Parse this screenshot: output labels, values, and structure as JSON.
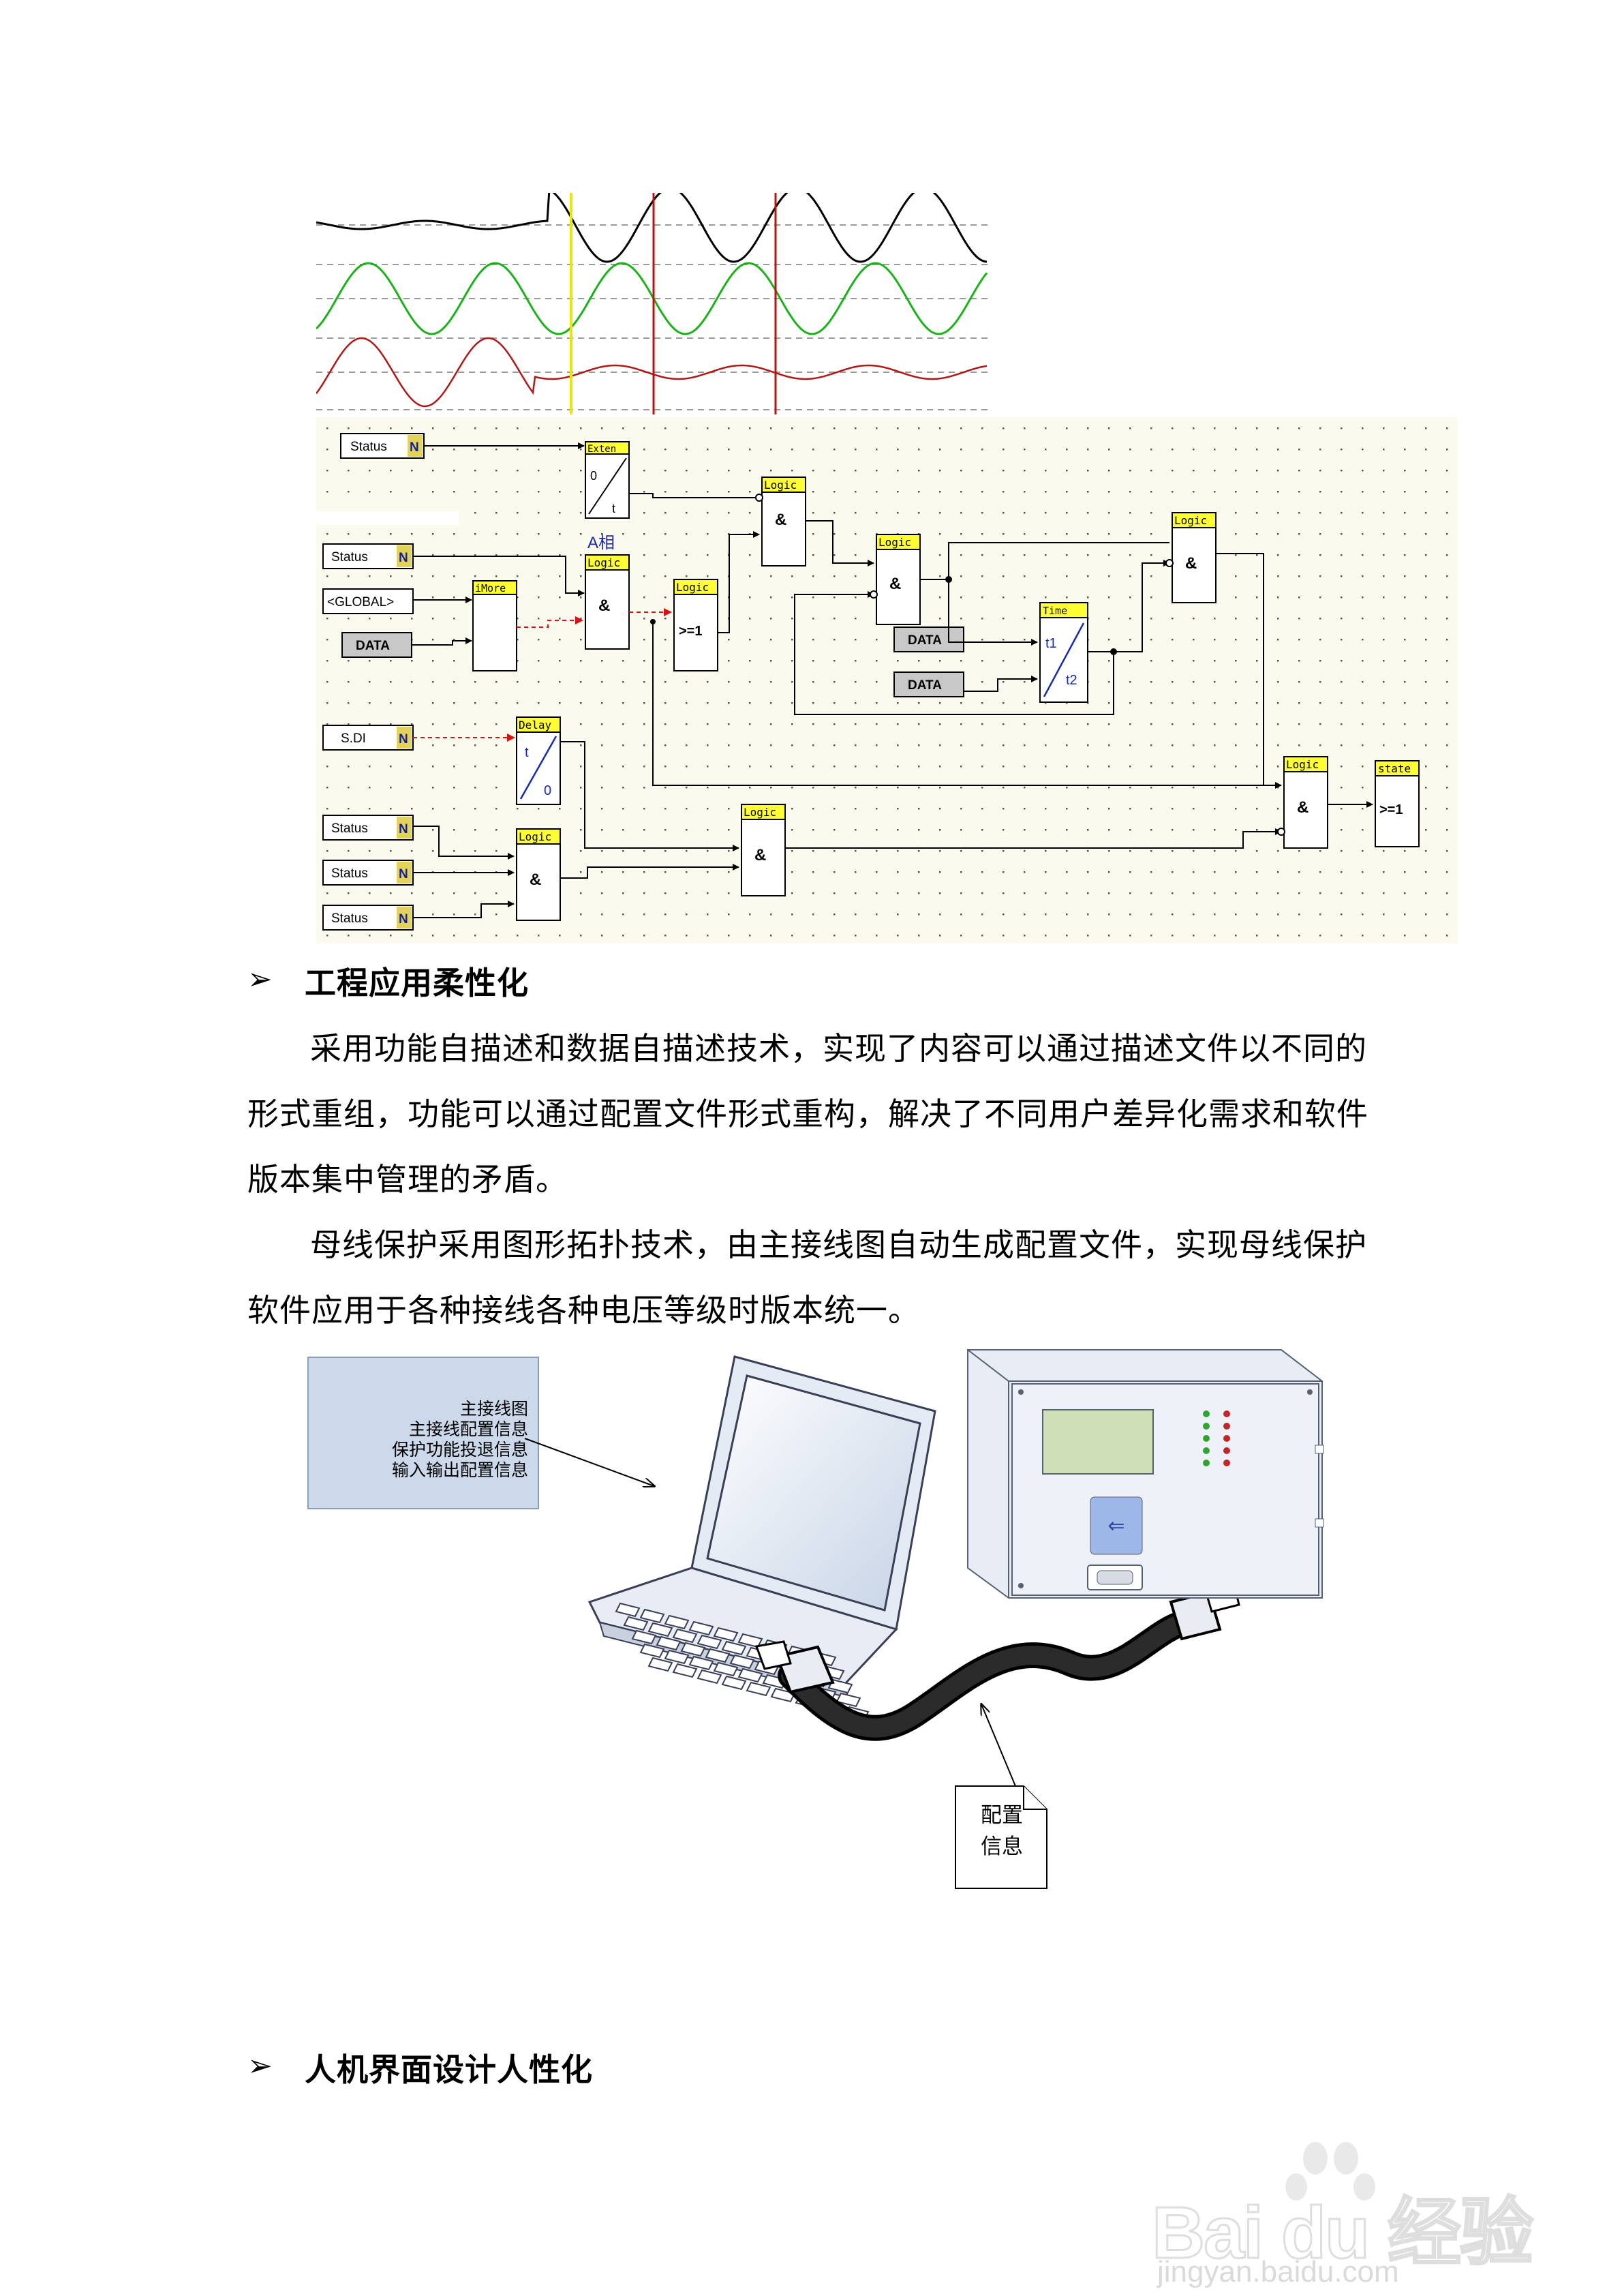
{
  "waveform": {
    "colors": {
      "trace1": "#000000",
      "trace2": "#19b319",
      "trace3": "#b01818",
      "cursor_yellow": "#e8e800",
      "cursor_red": "#c01010"
    }
  },
  "logic_diagram": {
    "background": "#fbfaee",
    "inputs": {
      "status_top": "Status",
      "status_a": "Status",
      "global": "<GLOBAL>",
      "data_a": "DATA",
      "sdi": "S.DI",
      "status_b1": "Status",
      "status_b2": "Status",
      "status_b3": "Status",
      "data_t1": "DATA",
      "data_t2": "DATA"
    },
    "n_badge": "N",
    "blocks": {
      "exten_title": "Exten",
      "exten_0": "0",
      "exten_t": "t",
      "imore_title": "iMore",
      "logic1_title": "Logic",
      "logic1_op": "&",
      "logic2_title": "Logic",
      "logic2_op": ">=1",
      "logic3_title": "Logic",
      "logic3_op": "&",
      "logic4_title": "Logic",
      "logic4_op": "&",
      "logic5_title": "Logic",
      "logic5_op": "&",
      "time_title": "Time",
      "time_t1": "t1",
      "time_t2": "t2",
      "delay_title": "Delay",
      "delay_t": "t",
      "delay_0": "0",
      "logic6_title": "Logic",
      "logic6_op": "&",
      "logic7_title": "Logic",
      "logic7_op": "&",
      "logic8_title": "Logic",
      "logic8_op": "&",
      "state_title": "state",
      "state_op": ">=1"
    },
    "phase_label": "A相"
  },
  "section1": {
    "bullet": "➢",
    "heading": "工程应用柔性化",
    "para1": "采用功能自描述和数据自描述技术，实现了内容可以通过描述文件以不同的形式重组，功能可以通过配置文件形式重构，解决了不同用户差异化需求和软件版本集中管理的矛盾。",
    "para2": "母线保护采用图形拓扑技术，由主接线图自动生成配置文件，实现母线保护软件应用于各种接线各种电压等级时版本统一。"
  },
  "config_diagram": {
    "info_lines": [
      "主接线图",
      "主接线配置信息",
      "保护功能投退信息",
      "输入输出配置信息"
    ],
    "doc_label_line1": "配置",
    "doc_label_line2": "信息",
    "icons": [
      "laptop-icon",
      "relay-device-icon",
      "cable-icon",
      "document-icon"
    ]
  },
  "section2": {
    "bullet": "➢",
    "heading": "人机界面设计人性化"
  },
  "watermark": {
    "brand": "Bai du 经验",
    "url": "jingyan.baidu.com"
  }
}
